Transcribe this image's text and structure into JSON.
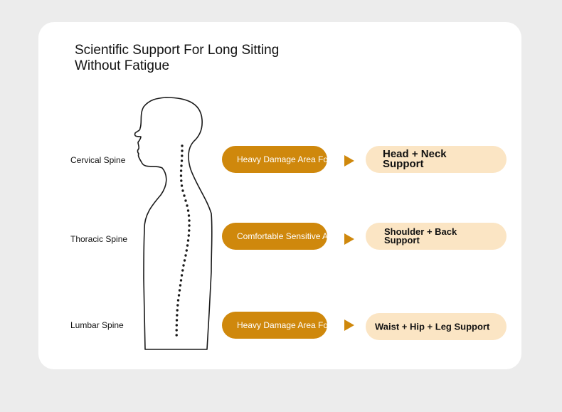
{
  "title": {
    "line1": "Scientific Support For Long Sitting",
    "line2": "Without Fatigue"
  },
  "spine_labels": {
    "cervical": "Cervical Spine",
    "thoracic": "Thoracic Spine",
    "lumbar": "Lumbar Spine"
  },
  "rows": [
    {
      "area": "Heavy Damage Area For Strain",
      "support": "Head + Neck Support"
    },
    {
      "area": "Comfortable Sensitive Area",
      "support": "Shoulder + Back Support"
    },
    {
      "area": "Heavy Damage Area For Strain",
      "support": "Waist + Hip + Leg Support"
    }
  ],
  "colors": {
    "accent": "#cf880c",
    "result_bg": "#fbe5c4",
    "card_bg": "#ffffff",
    "page_bg": "#ececec"
  },
  "icons": {
    "silhouette": "human-profile-silhouette-icon",
    "spine": "dotted-spine-icon",
    "arrow": "triangle-arrow-right-icon"
  }
}
